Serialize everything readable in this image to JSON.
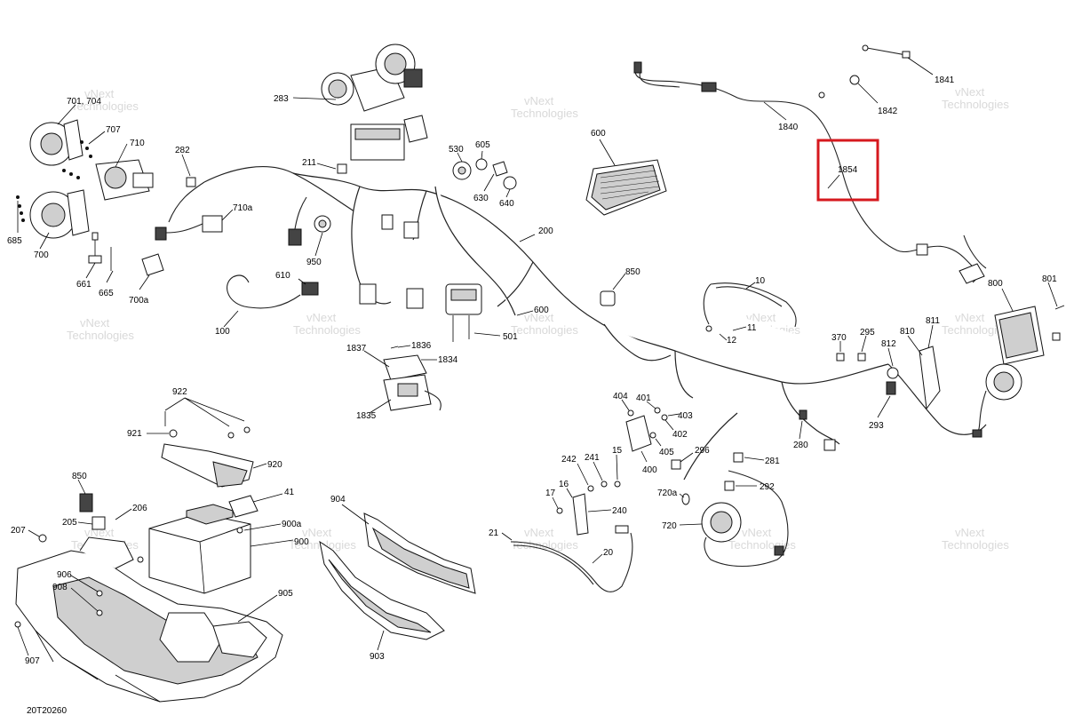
{
  "diagram": {
    "reference_code": "20T20260",
    "watermark_text": [
      "vNext",
      "Technologies"
    ],
    "highlight_color": "#d6181e",
    "highlighted_part": "1854",
    "part_labels": {
      "p1841": "1841",
      "p1842": "1842",
      "p1840": "1840",
      "p1854": "1854",
      "p600": "600",
      "p283": "283",
      "p701": "701, 704",
      "p707": "707",
      "p710": "710",
      "p282": "282",
      "p211": "211",
      "p530": "530",
      "p605": "605",
      "p630": "630",
      "p640": "640",
      "p710a": "710a",
      "p685": "685",
      "p700": "700",
      "p661": "661",
      "p665": "665",
      "p700a": "700a",
      "p950": "950",
      "p200": "200",
      "p610": "610",
      "p100": "100",
      "p850a": "850",
      "p10": "10",
      "p800": "800",
      "p801": "801",
      "p600b": "600",
      "p501": "501",
      "p11": "11",
      "p12": "12",
      "p1836": "1836",
      "p1837": "1837",
      "p1834": "1834",
      "p1835": "1835",
      "p370": "370",
      "p295": "295",
      "p810": "810",
      "p811": "811",
      "p812": "812",
      "p293": "293",
      "p922": "922",
      "p921": "921",
      "p920": "920",
      "p404": "404",
      "p401": "401",
      "p402": "402",
      "p403": "403",
      "p405": "405",
      "p400": "400",
      "p280": "280",
      "p281": "281",
      "p296": "296",
      "p292": "292",
      "p242": "242",
      "p241": "241",
      "p15": "15",
      "p16": "16",
      "p17": "17",
      "p240": "240",
      "p720a": "720a",
      "p720": "720",
      "p21": "21",
      "p20": "20",
      "p850b": "850",
      "p205": "205",
      "p206": "206",
      "p41": "41",
      "p900a": "900a",
      "p900": "900",
      "p207": "207",
      "p904": "904",
      "p906": "906",
      "p908": "908",
      "p905": "905",
      "p907": "907",
      "p903": "903"
    }
  }
}
